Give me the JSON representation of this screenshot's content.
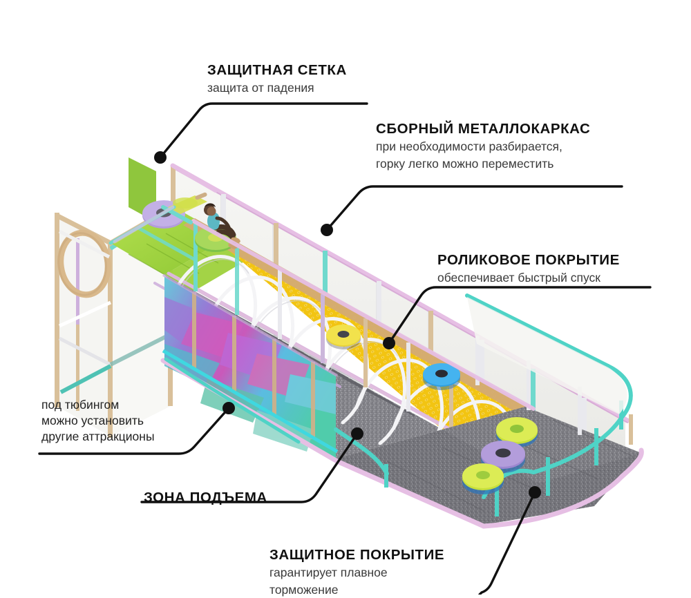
{
  "page": {
    "background": "#ffffff",
    "language": "ru",
    "subject": "Изометрическая тюбинговая горка"
  },
  "callouts": [
    {
      "id": "net",
      "title": "ЗАЩИТНАЯ СЕТКА",
      "subtitle": "защита от падения",
      "style": "bold"
    },
    {
      "id": "frame",
      "title": "СБОРНЫЙ МЕТАЛЛОКАРКАС",
      "subtitle_line1": "при необходимости разбирается,",
      "subtitle_line2": "горку легко можно переместить",
      "style": "bold"
    },
    {
      "id": "roller",
      "title": "РОЛИКОВОЕ ПОКРЫТИЕ",
      "subtitle": "обеспечивает быстрый спуск",
      "style": "bold"
    },
    {
      "id": "under",
      "line1": "под тюбингом",
      "line2": "можно установить",
      "line3": "другие аттракционы",
      "style": "plain"
    },
    {
      "id": "climb",
      "title": "ЗОНА ПОДЪЕМА",
      "style": "bold"
    },
    {
      "id": "surface",
      "title": "ЗАЩИТНОЕ ПОКРЫТИЕ",
      "subtitle_line1": "гарантирует плавное",
      "subtitle_line2": "торможение",
      "style": "bold"
    }
  ],
  "colors": {
    "leader_line": "#111111",
    "text_primary": "#111111",
    "text_secondary": "#3a3a3a",
    "rail_pink": "#e6bfe4",
    "rail_mint": "#6fd9cd",
    "post_wood": "#d9c09a",
    "post_white": "#e9e9ee",
    "roller_yellow": "#f5c518",
    "roller_yellow_dark": "#e0ad06",
    "step_grey": "#8e8e90",
    "step_grey_dark": "#6f6f72",
    "ground_grey": "#7e7e82",
    "platform_green": "#a4d83f",
    "panel_white": "#f2f2ef",
    "tube_blue": "#3fa9e8",
    "tube_yellow": "#d9e83f",
    "tube_purple": "#b39ddb",
    "tube_green": "#9ed84f",
    "side_panel_magenta": "#c24ab8",
    "side_panel_cyan": "#35c8d8",
    "side_panel_violet": "#8b6fd0",
    "side_panel_teal": "#3fc0a8"
  },
  "illustration": {
    "name": "isometric-tubing-slide",
    "elements": [
      {
        "name": "safety-net-panel",
        "label": "защитная сетка"
      },
      {
        "name": "metal-frame-post",
        "label": "металлокаркас"
      },
      {
        "name": "roller-track",
        "label": "роликовое покрытие"
      },
      {
        "name": "decorative-side-panel",
        "label": "цветная панель"
      },
      {
        "name": "climb-steps",
        "label": "зона подъема"
      },
      {
        "name": "braking-surface",
        "label": "защитное покрытие"
      },
      {
        "name": "child-rider",
        "label": "ребенок на тюбинге"
      },
      {
        "name": "tube-blue",
        "label": "тюбинг синий"
      },
      {
        "name": "tube-yellow",
        "label": "тюбинг желтый"
      },
      {
        "name": "tube-purple",
        "label": "тюбинг фиолетовый"
      },
      {
        "name": "tube-lime",
        "label": "тюбинг лаймовый"
      },
      {
        "name": "top-platform",
        "label": "верхняя площадка"
      },
      {
        "name": "entry-tower-ring",
        "label": "кольцо на башне"
      }
    ]
  }
}
